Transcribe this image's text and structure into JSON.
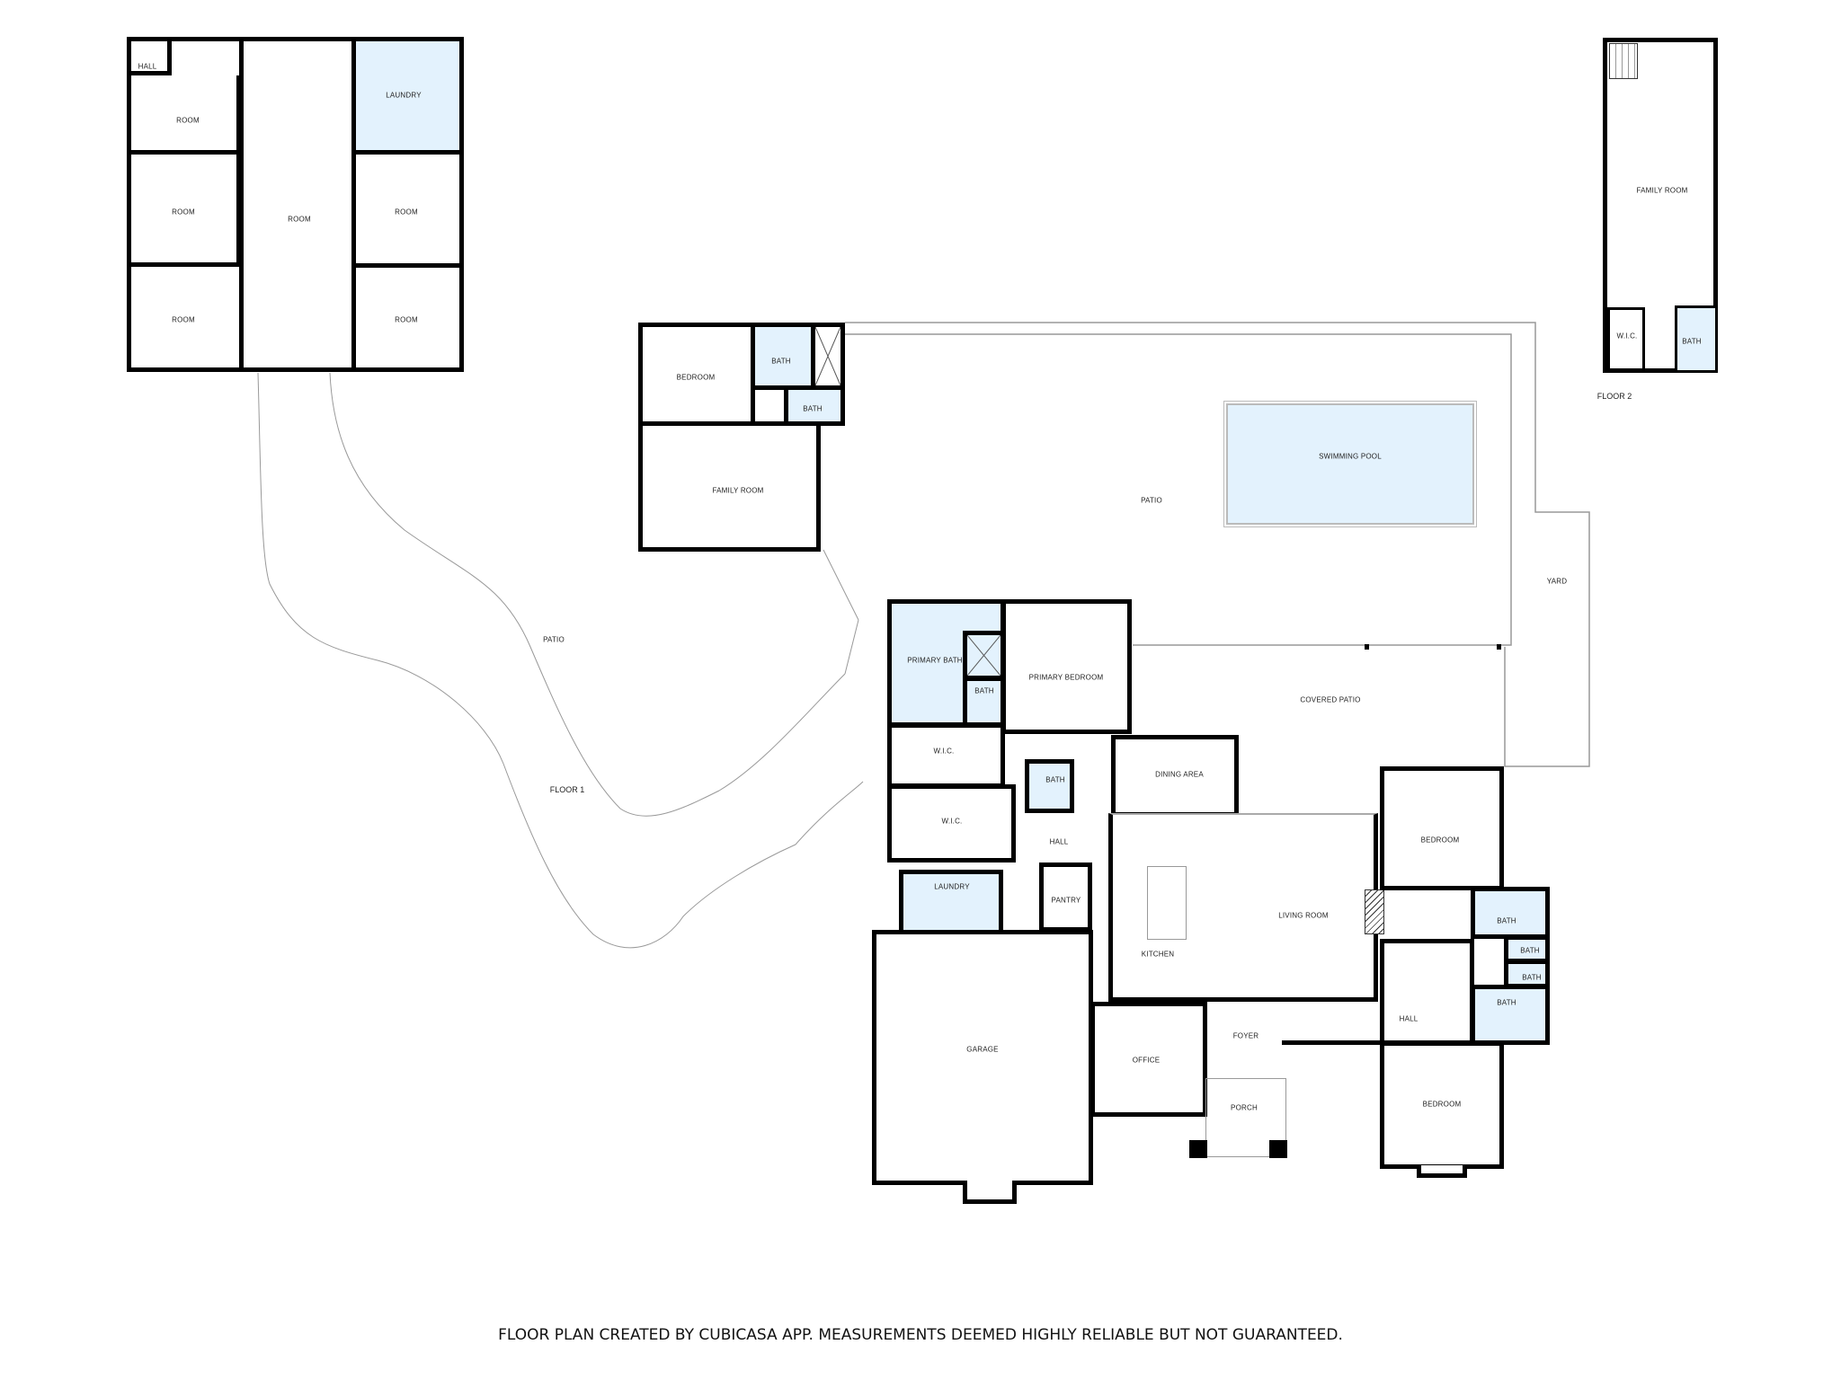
{
  "building_outbuilding": {
    "rooms": [
      {
        "id": "hall",
        "label": "HALL"
      },
      {
        "id": "room_nw",
        "label": "ROOM"
      },
      {
        "id": "room_w1",
        "label": "ROOM"
      },
      {
        "id": "room_w2",
        "label": "ROOM"
      },
      {
        "id": "room_center",
        "label": "ROOM"
      },
      {
        "id": "laundry",
        "label": "LAUNDRY"
      },
      {
        "id": "room_e1",
        "label": "ROOM"
      },
      {
        "id": "room_e2",
        "label": "ROOM"
      }
    ]
  },
  "floor2": {
    "label": "FLOOR 2",
    "rooms": [
      {
        "id": "family_room",
        "label": "FAMILY ROOM"
      },
      {
        "id": "wic",
        "label": "W.I.C."
      },
      {
        "id": "bath",
        "label": "BATH"
      }
    ]
  },
  "guest_house": {
    "rooms": [
      {
        "id": "bedroom",
        "label": "BEDROOM"
      },
      {
        "id": "bath1",
        "label": "BATH"
      },
      {
        "id": "bath2",
        "label": "BATH"
      },
      {
        "id": "family_room",
        "label": "FAMILY ROOM"
      }
    ]
  },
  "outdoor": {
    "patio_main": "PATIO",
    "swimming_pool": "SWIMMING POOL",
    "yard": "YARD",
    "covered_patio": "COVERED PATIO",
    "patio_path": "PATIO",
    "floor1_label": "FLOOR 1"
  },
  "main_house": {
    "rooms": [
      {
        "id": "primary_bath",
        "label": "PRIMARY BATH"
      },
      {
        "id": "primary_bath_wc",
        "label": "BATH"
      },
      {
        "id": "primary_bedroom",
        "label": "PRIMARY BEDROOM"
      },
      {
        "id": "wic1",
        "label": "W.I.C."
      },
      {
        "id": "wic2",
        "label": "W.I.C."
      },
      {
        "id": "bath_hall",
        "label": "BATH"
      },
      {
        "id": "hall",
        "label": "HALL"
      },
      {
        "id": "laundry",
        "label": "LAUNDRY"
      },
      {
        "id": "pantry",
        "label": "PANTRY"
      },
      {
        "id": "dining_area",
        "label": "DINING AREA"
      },
      {
        "id": "kitchen",
        "label": "KITCHEN"
      },
      {
        "id": "living_room",
        "label": "LIVING ROOM"
      },
      {
        "id": "garage",
        "label": "GARAGE"
      },
      {
        "id": "office",
        "label": "OFFICE"
      },
      {
        "id": "foyer",
        "label": "FOYER"
      },
      {
        "id": "porch",
        "label": "PORCH"
      },
      {
        "id": "bedroom_ne",
        "label": "BEDROOM"
      },
      {
        "id": "bath_a",
        "label": "BATH"
      },
      {
        "id": "bath_b",
        "label": "BATH"
      },
      {
        "id": "bath_c",
        "label": "BATH"
      },
      {
        "id": "bath_d",
        "label": "BATH"
      },
      {
        "id": "hall_e",
        "label": "HALL"
      },
      {
        "id": "bedroom_se",
        "label": "BEDROOM"
      }
    ]
  },
  "colors": {
    "wall": "#000000",
    "wet_room_fill": "#e3f2fd",
    "outline": "#999999"
  },
  "footer": "FLOOR PLAN CREATED BY CUBICASA APP. MEASUREMENTS DEEMED HIGHLY RELIABLE BUT NOT GUARANTEED."
}
